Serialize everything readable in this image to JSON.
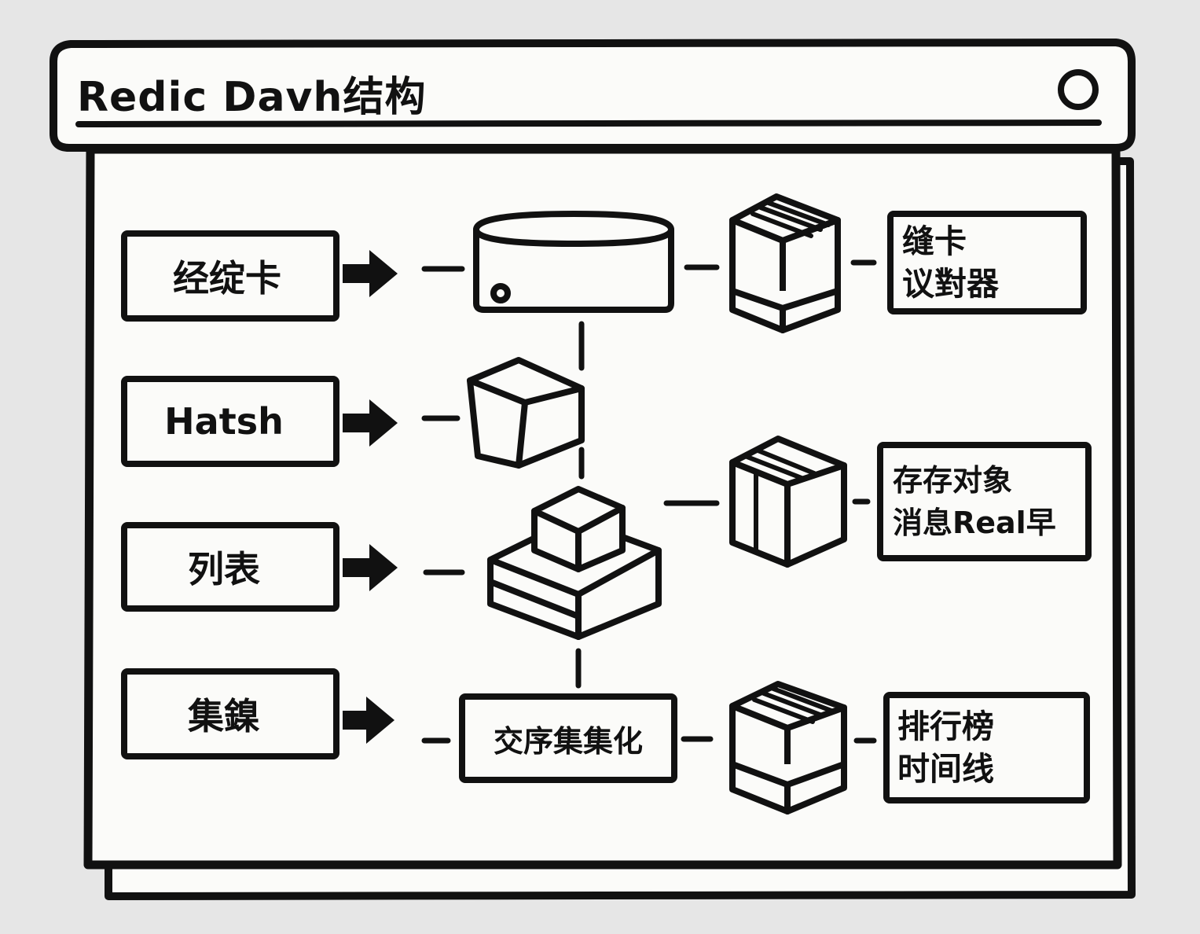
{
  "window": {
    "title": "Redic Davh结构",
    "title_button_icon": "circle-icon"
  },
  "inputs": [
    {
      "label": "经绽卡"
    },
    {
      "label": "Hatsh"
    },
    {
      "label": "列表"
    },
    {
      "label": "集鎳"
    }
  ],
  "middle": {
    "sorted_set_label": "交序集集化",
    "icons": [
      "database-cylinder-icon",
      "cube-icon",
      "stacked-cube-icon"
    ]
  },
  "outputs": [
    {
      "line1": "缝卡",
      "line2": "议對器"
    },
    {
      "line1": "存存对象",
      "line2": "消息Real早"
    },
    {
      "line1": "排行榜",
      "line2": "时间线"
    }
  ],
  "colors": {
    "background": "#e6e6e6",
    "panel": "#fbfbf9",
    "ink": "#111111"
  }
}
